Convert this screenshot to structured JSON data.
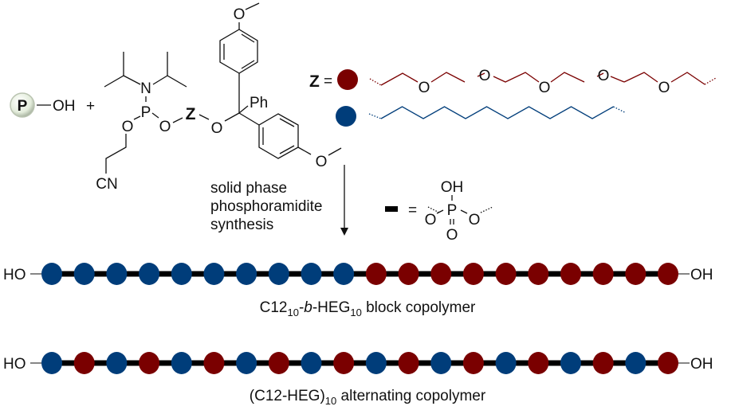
{
  "colors": {
    "heg": "#7a0000",
    "c12": "#003d7a",
    "linker": "#000000",
    "support_fill": "#dfe9d7"
  },
  "reactants": {
    "support_label": "P",
    "support_oh": "OH",
    "plus": "+",
    "amidite": {
      "n": "N",
      "p": "P",
      "o1": "O",
      "o2": "O",
      "o3": "O",
      "z": "Z",
      "cn": "CN",
      "ph": "Ph",
      "ome_top": "O",
      "ome_bottom": "O"
    }
  },
  "legend": {
    "z_label": "Z",
    "equals": "=",
    "heg_oxygens": [
      "O",
      "O",
      "O",
      "O",
      "O"
    ],
    "linker_equals": "=",
    "phosphate": {
      "oh": "OH",
      "p": "P",
      "o_left": "O",
      "o_right": "O",
      "o_double": "O"
    }
  },
  "reaction": {
    "conditions": [
      "solid phase",
      "phosphoramidite",
      "synthesis"
    ]
  },
  "polymers": [
    {
      "name": "block",
      "left_end": "HO",
      "right_end": "OH",
      "sequence": [
        "C12",
        "C12",
        "C12",
        "C12",
        "C12",
        "C12",
        "C12",
        "C12",
        "C12",
        "C12",
        "HEG",
        "HEG",
        "HEG",
        "HEG",
        "HEG",
        "HEG",
        "HEG",
        "HEG",
        "HEG",
        "HEG"
      ],
      "caption_parts": [
        "C12",
        "10",
        "-",
        "b",
        "-HEG",
        "10",
        " block copolymer"
      ]
    },
    {
      "name": "alternating",
      "left_end": "HO",
      "right_end": "OH",
      "sequence": [
        "C12",
        "HEG",
        "C12",
        "HEG",
        "C12",
        "HEG",
        "C12",
        "HEG",
        "C12",
        "HEG",
        "C12",
        "HEG",
        "C12",
        "HEG",
        "C12",
        "HEG",
        "C12",
        "HEG",
        "C12",
        "HEG"
      ],
      "caption_parts": [
        "(C12-HEG)",
        "10",
        " alternating copolymer"
      ]
    }
  ]
}
